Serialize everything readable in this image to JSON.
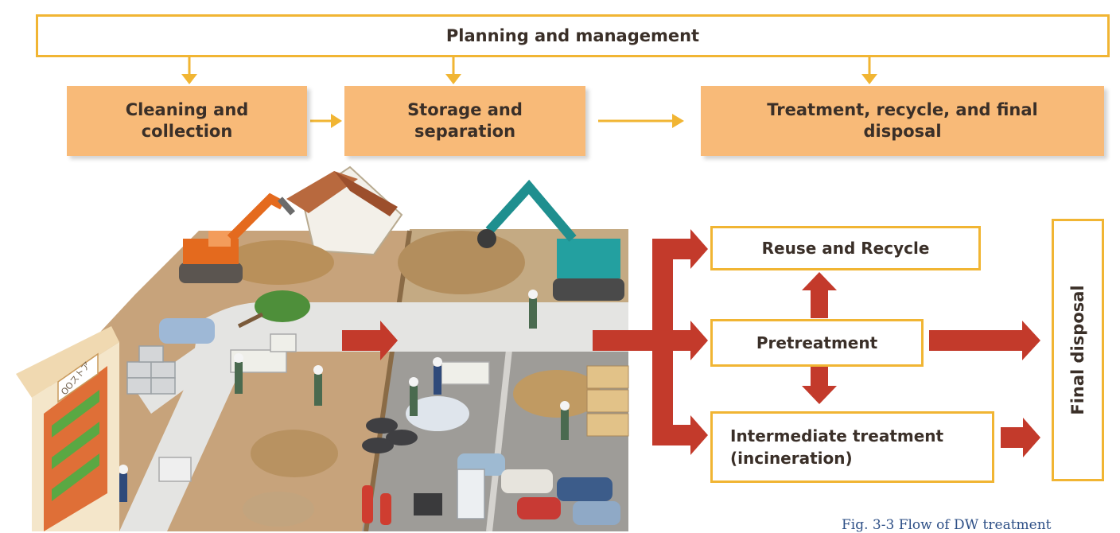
{
  "header": {
    "title": "Planning and management"
  },
  "stages": [
    {
      "label": "Cleaning and collection"
    },
    {
      "label": "Storage and separation"
    },
    {
      "label": "Treatment, recycle, and final disposal"
    }
  ],
  "outcomes": {
    "reuse": "Reuse and Recycle",
    "pretreatment": "Pretreatment",
    "intermediate": "Intermediate treatment (incineration)",
    "final": "Final disposal"
  },
  "illustration": {
    "store_sign": "OOストア"
  },
  "caption": "Fig. 3-3 Flow of DW treatment",
  "colors": {
    "frame": "#f1b533",
    "stage_fill": "#f8ba78",
    "flow_arrow": "#c33a2b",
    "caption": "#2d4f86"
  }
}
